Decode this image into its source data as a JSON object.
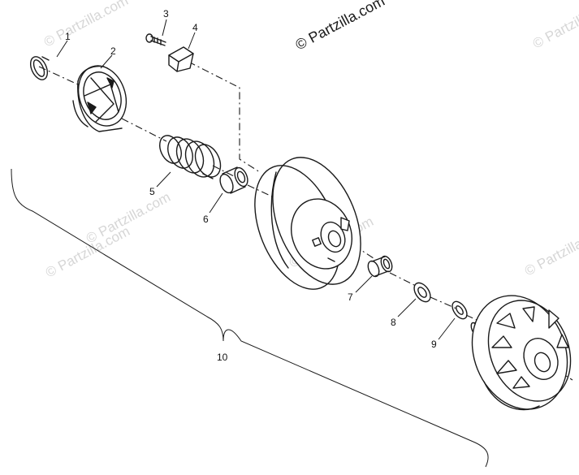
{
  "copyright": "© Partzilla.com",
  "watermark_text": "© Partzilla.com",
  "callouts": {
    "c1": "1",
    "c2": "2",
    "c3": "3",
    "c4": "4",
    "c5": "5",
    "c6": "6",
    "c7": "7",
    "c8": "8",
    "c9": "9",
    "c10": "10"
  },
  "colors": {
    "ink": "#1a1a1a",
    "watermark": "#d6d6d6",
    "background": "#ffffff"
  }
}
